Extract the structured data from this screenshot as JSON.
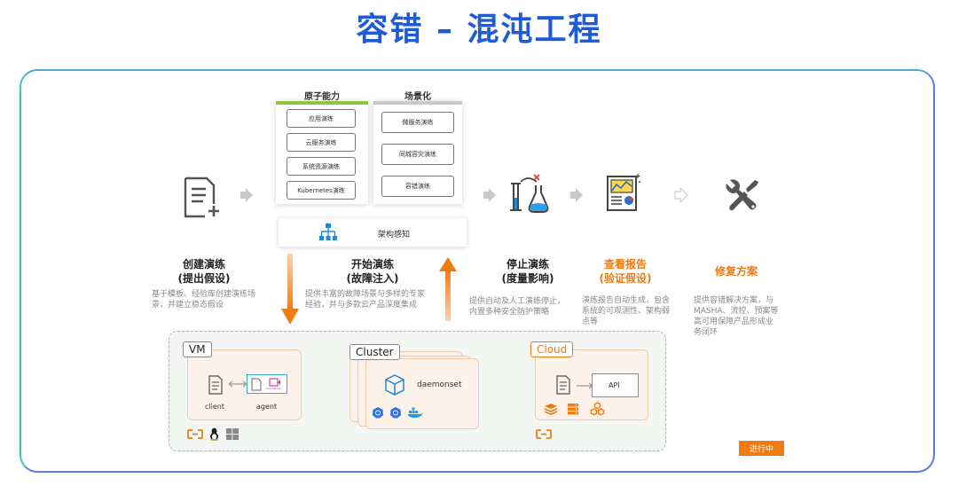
{
  "title": "容错  –  混沌工程",
  "panels": {
    "atomic": {
      "heading": "原子能力",
      "items": [
        "应用演练",
        "云服务演练",
        "系统资源演练",
        "Kubernetes演练"
      ]
    },
    "scenario": {
      "heading": "场景化",
      "items": [
        "微服务演练",
        "同城容灾演练",
        "容错演练"
      ]
    },
    "architecture": "架构感知"
  },
  "stages": [
    {
      "title_line1": "创建演练",
      "title_line2": "(提出假设)",
      "desc_line1": "基于模板、经验库创建演练场",
      "desc_line2": "景，并建立稳态假设"
    },
    {
      "title_line1": "开始演练",
      "title_line2": "(故障注入)",
      "desc_line1": "提供丰富的故障场景与多样的专家",
      "desc_line2": "经验，并与多款云产品深度集成"
    },
    {
      "title_line1": "停止演练",
      "title_line2": "(度量影响)",
      "desc_line1": "提供自动及人工演练停止，",
      "desc_line2": "内置多种安全防护策略"
    },
    {
      "title_line1": "查看报告",
      "title_line2": "(验证假设)",
      "desc_line1": "演练报告自动生成，包含",
      "desc_line2": "系统的可观测性、架构弱",
      "desc_line3": "点等"
    },
    {
      "title_line1": "修复方案",
      "desc_line1": "提供容错解决方案，与",
      "desc_line2": "MASHA、流控、预案等",
      "desc_line3": "高可用保障产品形成业",
      "desc_line4": "务闭环"
    }
  ],
  "envs": {
    "vm": {
      "tag": "VM",
      "client": "client",
      "agent": "agent",
      "agent_logo": "ChaosBlade"
    },
    "cluster": {
      "tag": "Cluster",
      "label": "daemonset"
    },
    "cloud": {
      "tag": "Cloud",
      "api": "API"
    }
  },
  "badge": "进行中",
  "colors": {
    "title": "#1e5bd6",
    "accent": "#ef7a12",
    "green": "#8dc63f",
    "frame": "#5b7de3"
  }
}
